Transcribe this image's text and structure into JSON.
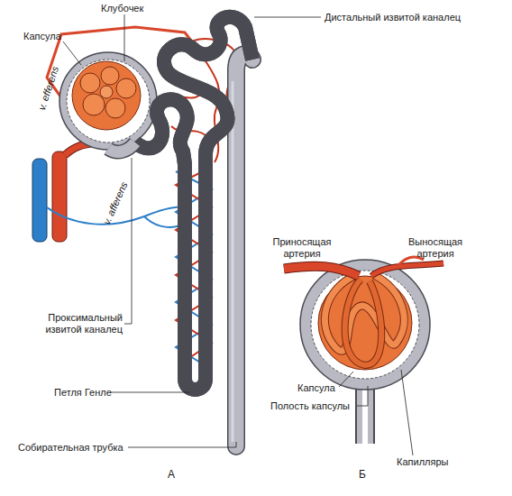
{
  "diagram": {
    "labels": [
      "Клубочек",
      "Капсула",
      "v. efferens",
      "v. afferens",
      "Дистальный извитой каналец",
      "Проксимальный извитой каналец",
      "Петля Генле",
      "Собирательная трубка",
      "А",
      "Приносящая артерия",
      "Выносящая артерия",
      "Капсула",
      "Полость капсулы",
      "Капилляры",
      "Б"
    ]
  }
}
